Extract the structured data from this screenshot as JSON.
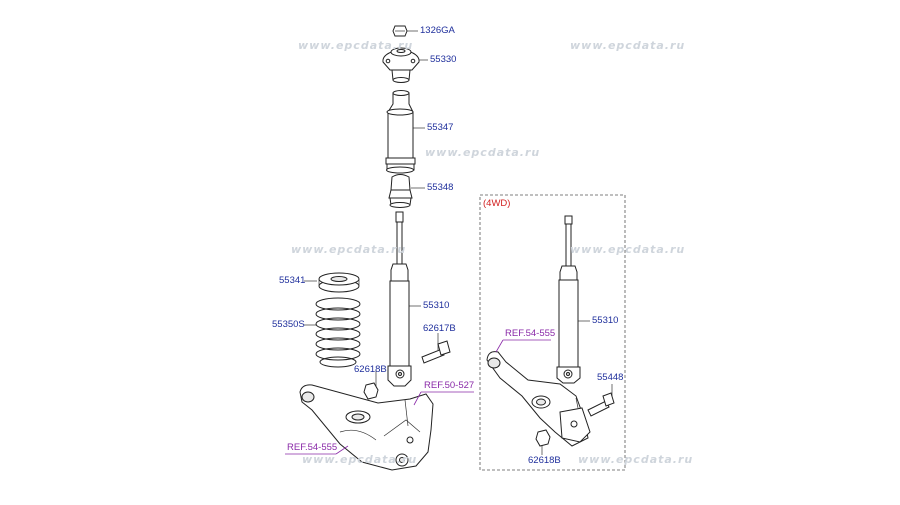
{
  "watermark": "www.epcdata.ru",
  "variant_tag": "(4WD)",
  "parts": {
    "p1326GA": "1326GA",
    "p55330": "55330",
    "p55347": "55347",
    "p55348": "55348",
    "p55341": "55341",
    "p55310_left": "55310",
    "p55350S": "55350S",
    "p62617B": "62617B",
    "p62618B_left": "62618B",
    "p55310_right": "55310",
    "p55448": "55448",
    "p62618B_right": "62618B"
  },
  "refs": {
    "ref_50_527": "REF.50-527",
    "ref_54_555_left": "REF.54-555",
    "ref_54_555_right": "REF.54-555"
  },
  "colors": {
    "part_label": "#1f2f9c",
    "ref_label": "#8a2aa8",
    "variant_tag": "#d22222",
    "watermark": "#cfd5dc"
  }
}
